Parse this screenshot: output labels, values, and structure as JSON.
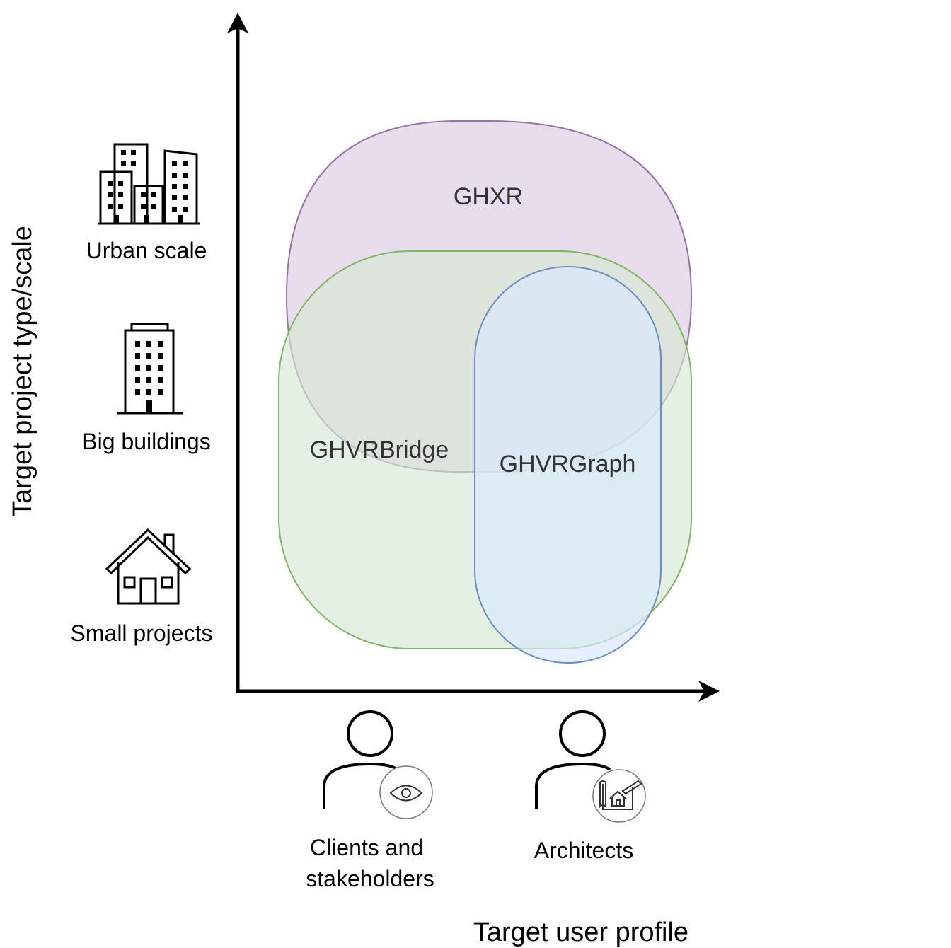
{
  "axes": {
    "y_title": "Target project type/scale",
    "x_title": "Target user profile"
  },
  "y_categories": [
    {
      "label": "Urban scale",
      "icon": "city-buildings-icon"
    },
    {
      "label": "Big buildings",
      "icon": "tall-building-icon"
    },
    {
      "label": "Small projects",
      "icon": "house-icon"
    }
  ],
  "x_categories": [
    {
      "label_line1": "Clients and",
      "label_line2": "stakeholders",
      "icon": "person-eye-icon"
    },
    {
      "label": "Architects",
      "icon": "person-blueprint-icon"
    }
  ],
  "regions": [
    {
      "label": "GHXR",
      "fill": "#e1d5e7",
      "stroke": "#9673a6"
    },
    {
      "label": "GHVRBridge",
      "fill": "#d5e8d4",
      "stroke": "#82b366"
    },
    {
      "label": "GHVRGraph",
      "fill": "#dae8fc",
      "stroke": "#6c8ebf"
    }
  ]
}
